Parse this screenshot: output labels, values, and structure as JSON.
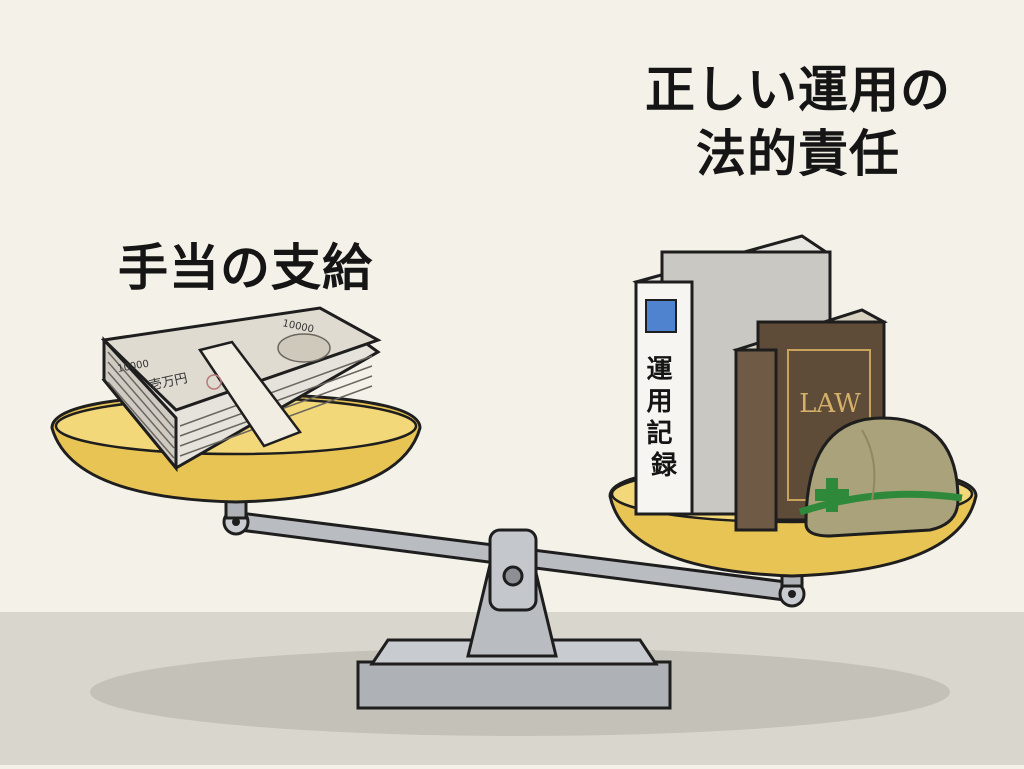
{
  "labels": {
    "left": "手当の支給",
    "right_line1": "正しい運用の",
    "right_line2": "法的責任"
  },
  "items": {
    "banknote_denomination": "10000",
    "banknote_text": "壱万円",
    "record_book_title": "運用記録",
    "law_book_title": "LAW"
  },
  "icons": {
    "left_pan_item": "banknote-stack-icon",
    "right_pan_items": [
      "record-book-icon",
      "law-book-icon",
      "safety-helmet-icon"
    ],
    "base": "balance-scale-icon"
  },
  "colors": {
    "background": "#f4f1e8",
    "floor": "#d9d6cd",
    "pan_gold": "#e8c454",
    "scale_metal": "#b9bcc0",
    "helmet": "#a9a27a",
    "helmet_cross": "#2e8a3a",
    "law_book": "#6e5a45",
    "record_book_accent": "#4f83cf"
  }
}
